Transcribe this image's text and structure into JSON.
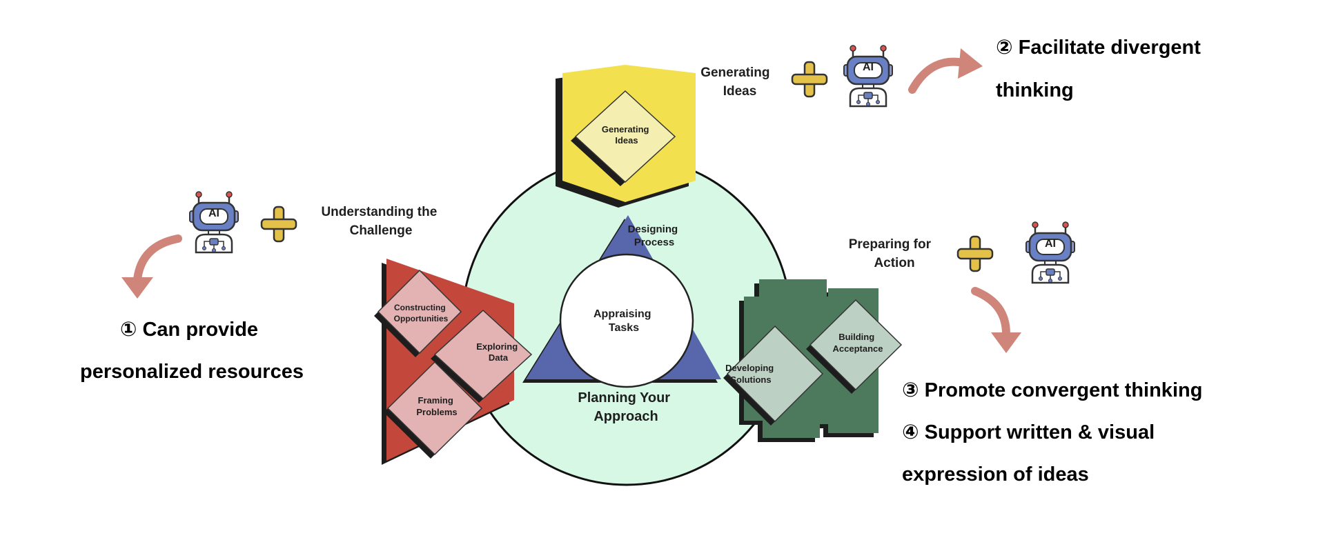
{
  "colors": {
    "circle": "#d8f8e6",
    "hexagon": "#f3e04e",
    "triangle": "#5866ab",
    "red_block": "#c3483b",
    "green_block": "#4d7a5c",
    "pink_diamond": "#e3b2b3",
    "green_diamond": "#bdd0c4",
    "plus": "#e4c24a",
    "arrow": "#cf8579",
    "robot_head": "#6a80c4"
  },
  "icons": {
    "plus": "plus-icon",
    "robot": "ai-robot-icon",
    "arrow": "curved-arrow-icon"
  },
  "cycle": {
    "top": {
      "title": [
        "Generating",
        "Ideas"
      ],
      "diamond": [
        "Generating",
        "Ideas"
      ]
    },
    "left": {
      "title": [
        "Understanding the",
        "Challenge"
      ],
      "diamonds": {
        "constructing": [
          "Constructing",
          "Opportunities"
        ],
        "exploring": [
          "Exploring",
          "Data"
        ],
        "framing": [
          "Framing",
          "Problems"
        ]
      }
    },
    "right": {
      "title": [
        "Preparing for",
        "Action"
      ],
      "diamonds": {
        "developing": [
          "Developing",
          "Solutions"
        ],
        "building": [
          "Building",
          "Acceptance"
        ]
      }
    },
    "center": {
      "designing": [
        "Designing",
        "Process"
      ],
      "appraising": [
        "Appraising",
        "Tasks"
      ],
      "planning": [
        "Planning Your",
        "Approach"
      ]
    }
  },
  "robot_label": "AI",
  "annotations": {
    "left": [
      "① Can provide",
      "personalized resources"
    ],
    "top_right": [
      "② Facilitate divergent",
      "thinking"
    ],
    "right": [
      "③ Promote convergent thinking",
      "④ Support written & visual",
      "expression of ideas"
    ]
  }
}
